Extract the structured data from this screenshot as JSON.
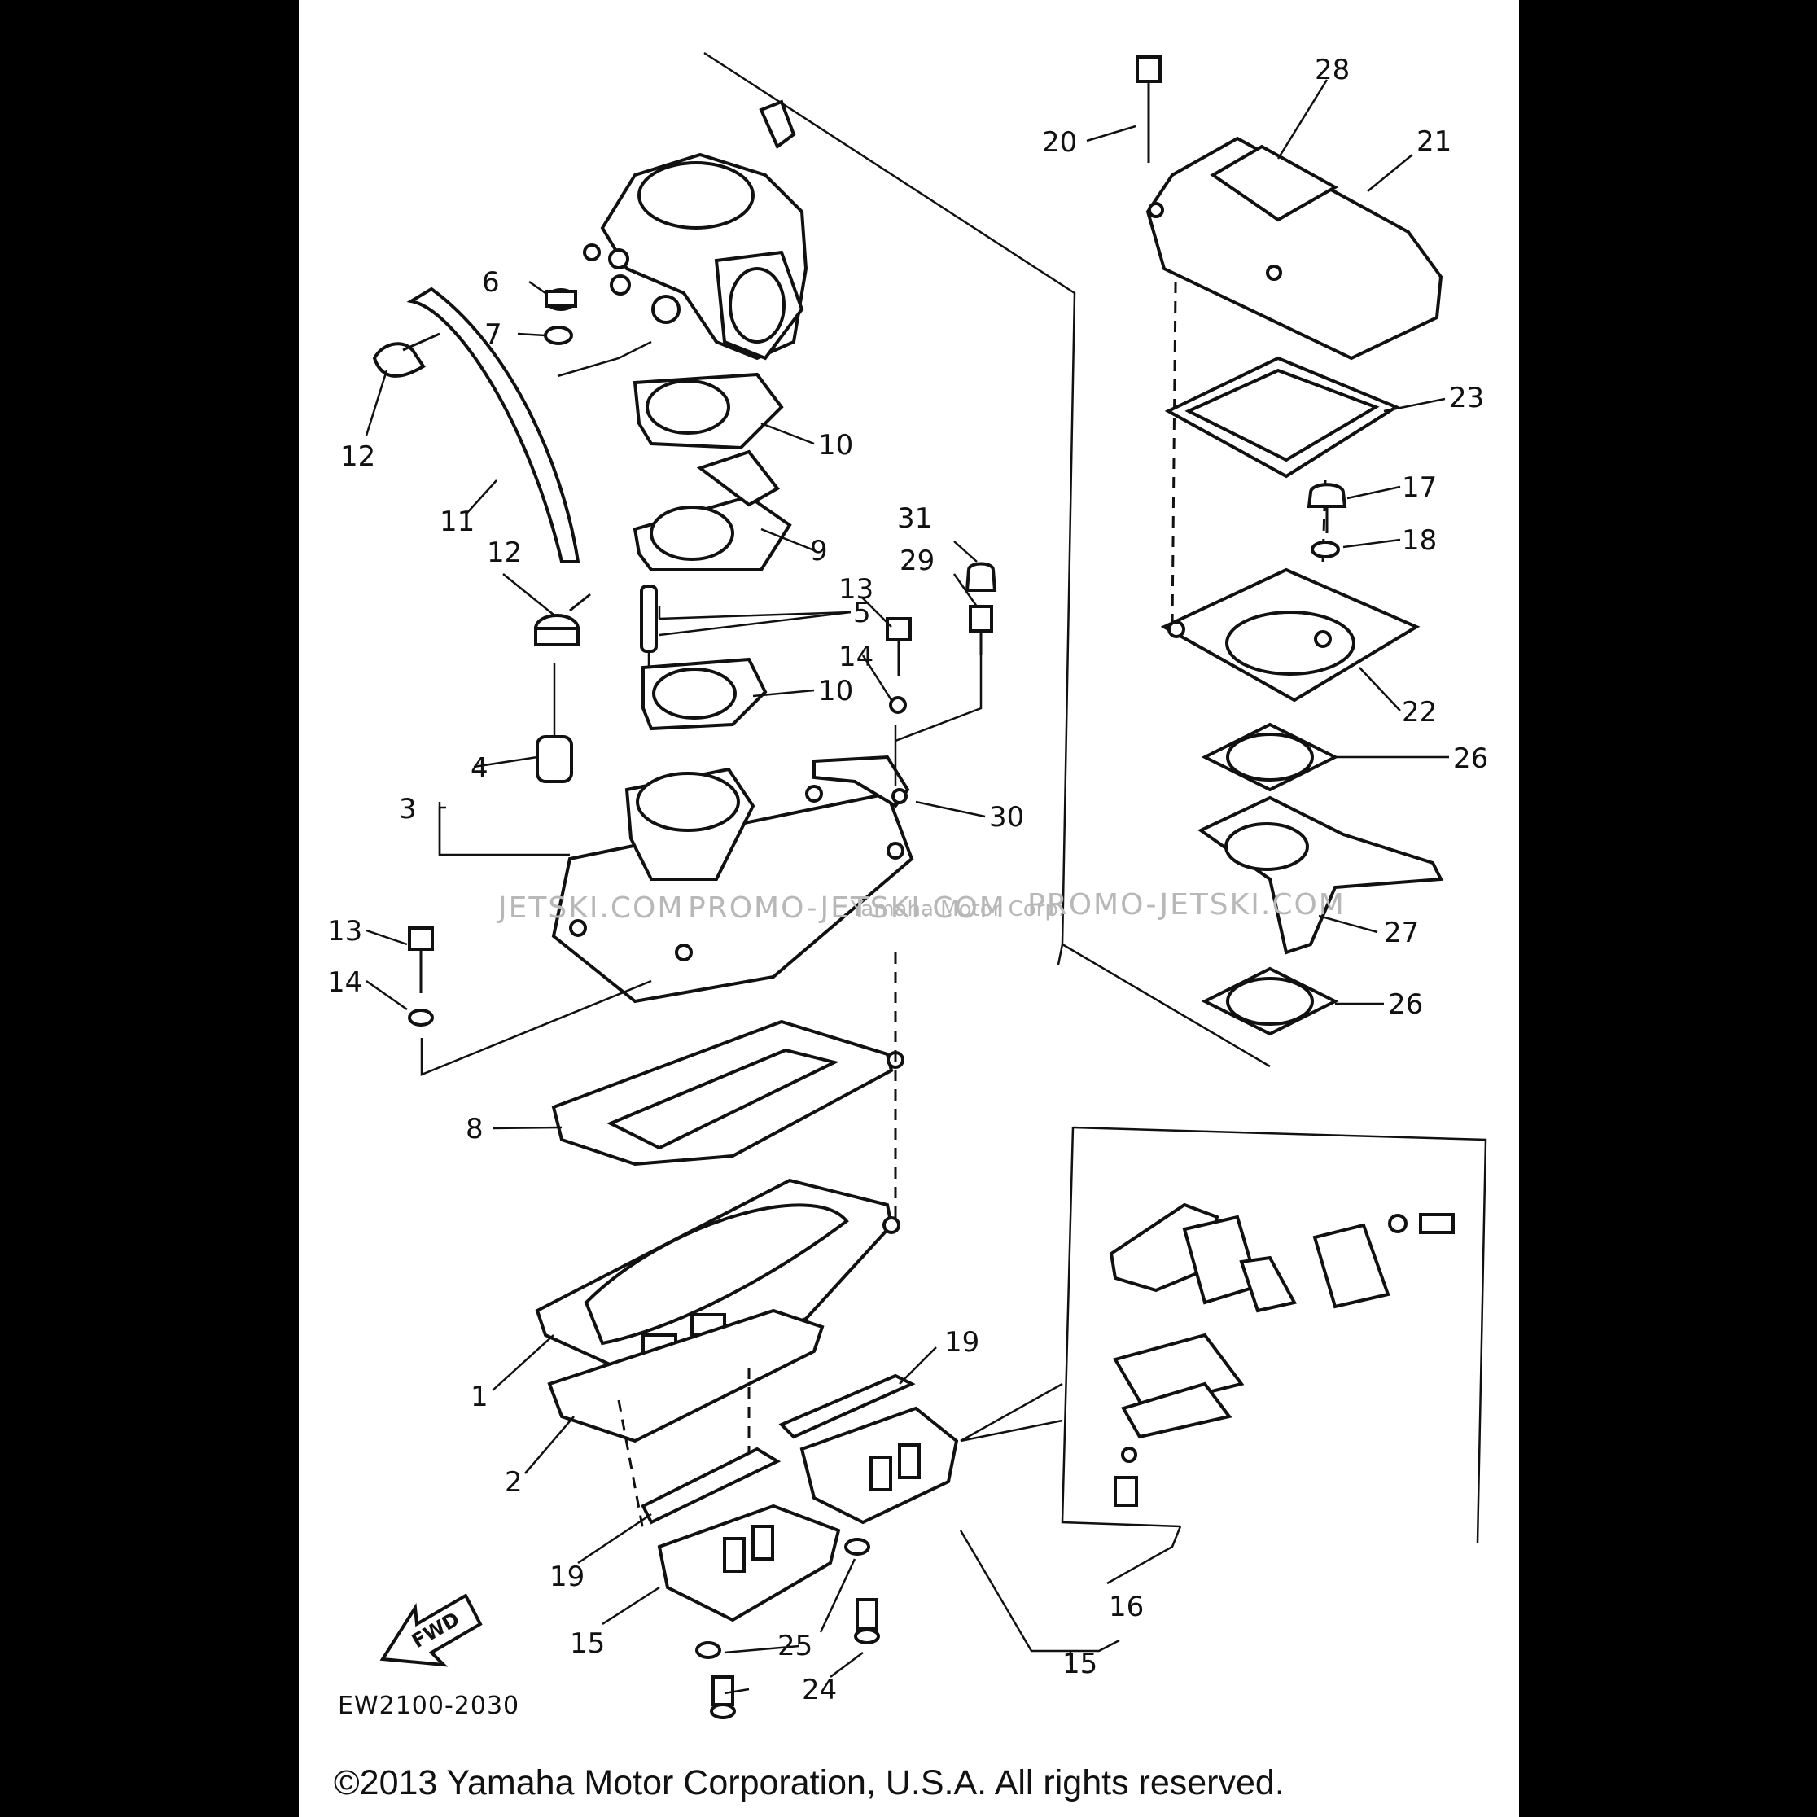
{
  "diagram": {
    "code": "EW2100-2030",
    "copyright": "©2013 Yamaha Motor Corporation, U.S.A. All rights reserved.",
    "watermark_left": "JETSKI.COM",
    "watermark_mid": "PROMO-JETSKI.COM",
    "watermark_small": "Yamaha Motor Corp.",
    "watermark_right": "PROMO-JETSKI.COM",
    "fwd_label": "FWD"
  },
  "callouts": [
    {
      "text": "1"
    },
    {
      "text": "2"
    },
    {
      "text": "3"
    },
    {
      "text": "4"
    },
    {
      "text": "5"
    },
    {
      "text": "6"
    },
    {
      "text": "7"
    },
    {
      "text": "8"
    },
    {
      "text": "9"
    },
    {
      "text": "10"
    },
    {
      "text": "10"
    },
    {
      "text": "11"
    },
    {
      "text": "12"
    },
    {
      "text": "12"
    },
    {
      "text": "13"
    },
    {
      "text": "13"
    },
    {
      "text": "14"
    },
    {
      "text": "14"
    },
    {
      "text": "15"
    },
    {
      "text": "15"
    },
    {
      "text": "16"
    },
    {
      "text": "17"
    },
    {
      "text": "18"
    },
    {
      "text": "19"
    },
    {
      "text": "19"
    },
    {
      "text": "20"
    },
    {
      "text": "21"
    },
    {
      "text": "22"
    },
    {
      "text": "23"
    },
    {
      "text": "24"
    },
    {
      "text": "25"
    },
    {
      "text": "26"
    },
    {
      "text": "26"
    },
    {
      "text": "27"
    },
    {
      "text": "28"
    },
    {
      "text": "29"
    },
    {
      "text": "30"
    },
    {
      "text": "31"
    }
  ]
}
